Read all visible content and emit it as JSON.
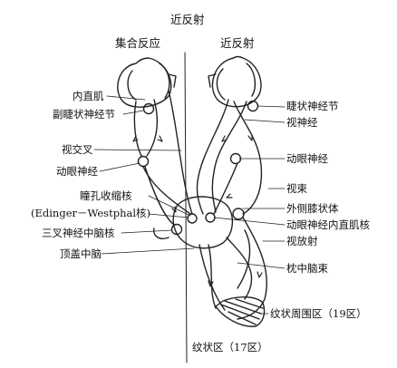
{
  "title": "近反射",
  "left_header": "集合反应",
  "right_header": "近反射",
  "left_labels": {
    "medial_rectus": "内直肌",
    "accessory_ciliary_ganglion": "副睫状神经节",
    "optic_chiasm": "视交叉",
    "oculomotor_nerve": "动眼神经",
    "pupillary_constrictor_nucleus": "瞳孔收缩核",
    "edinger_westphal": "(Edinger－Westphal核)",
    "trigeminal_mesencephalic_nucleus": "三叉神经中脑核",
    "pretectal_midbrain": "顶盖中脑"
  },
  "right_labels": {
    "ciliary_ganglion": "睫状神经节",
    "optic_nerve": "视神经",
    "oculomotor_nerve": "动眼神经",
    "optic_tract": "视束",
    "lateral_geniculate_body": "外侧膝状体",
    "oculomotor_medial_rectus_nucleus": "动眼神经内直肌核",
    "optic_radiation": "视放射",
    "occipitomesencephalic_tract": "枕中脑束",
    "peristriate_area": "纹状周围区（19区）",
    "striate_area": "纹状区（17区）"
  }
}
